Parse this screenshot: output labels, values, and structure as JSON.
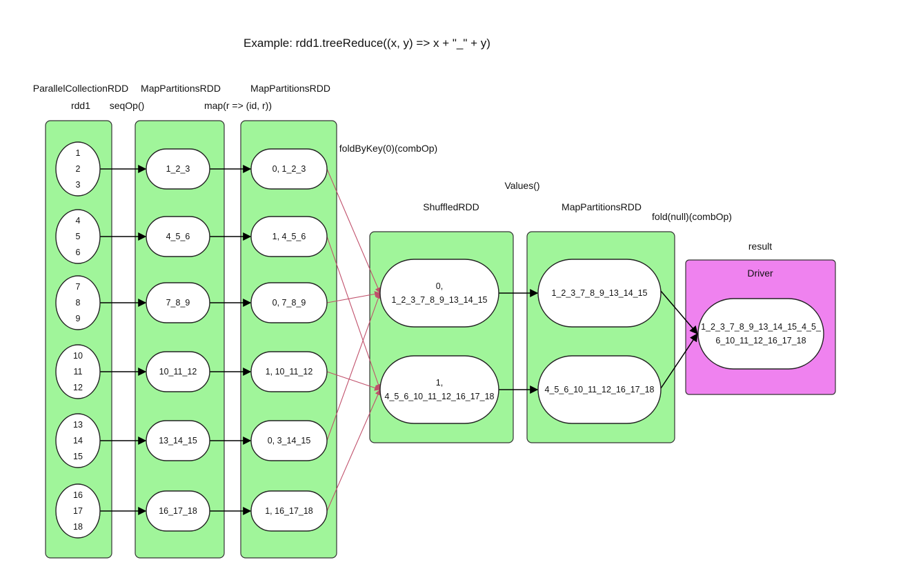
{
  "title": "Example: rdd1.treeReduce((x, y) => x + \"_\" + y)",
  "colors": {
    "panel_green": "#a0f59a",
    "driver_magenta": "#ef82ef",
    "shuffle_arrow": "#c0506b"
  },
  "labels": {
    "parallel_collection": "ParallelCollectionRDD",
    "rdd1": "rdd1",
    "seqop": "seqOp()",
    "map_partitions_1": "MapPartitionsRDD",
    "map_partitions_2": "MapPartitionsRDD",
    "map_op": "map(r => (id, r))",
    "fold_by_key": "foldByKey(0)(combOp)",
    "values": "Values()",
    "shuffled": "ShuffledRDD",
    "map_partitions_3": "MapPartitionsRDD",
    "fold": "fold(null)(combOp)",
    "result": "result",
    "driver": "Driver"
  },
  "partitions": [
    [
      "1",
      "2",
      "3"
    ],
    [
      "4",
      "5",
      "6"
    ],
    [
      "7",
      "8",
      "9"
    ],
    [
      "10",
      "11",
      "12"
    ],
    [
      "13",
      "14",
      "15"
    ],
    [
      "16",
      "17",
      "18"
    ]
  ],
  "seqop_results": [
    "1_2_3",
    "4_5_6",
    "7_8_9",
    "10_11_12",
    "13_14_15",
    "16_17_18"
  ],
  "keyed_results": [
    "0, 1_2_3",
    "1, 4_5_6",
    "0, 7_8_9",
    "1, 10_11_12",
    "0, 3_14_15",
    "1, 16_17_18"
  ],
  "shuffled": [
    [
      "0,",
      "1_2_3_7_8_9_13_14_15"
    ],
    [
      "1,",
      "4_5_6_10_11_12_16_17_18"
    ]
  ],
  "values": [
    "1_2_3_7_8_9_13_14_15",
    "4_5_6_10_11_12_16_17_18"
  ],
  "result": [
    "1_2_3_7_8_9_13_14_15_4_5_",
    "6_10_11_12_16_17_18"
  ]
}
